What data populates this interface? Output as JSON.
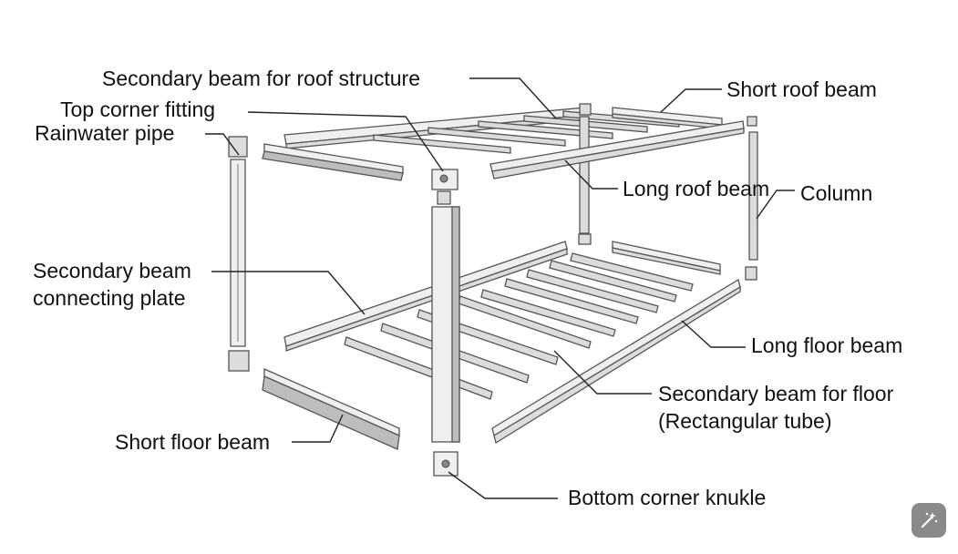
{
  "labels": {
    "secondary_roof": "Secondary beam for roof structure",
    "short_roof": "Short roof beam",
    "top_corner": "Top corner fitting",
    "rainwater": "Rainwater pipe",
    "long_roof": "Long roof beam",
    "column": "Column",
    "connecting_plate_1": "Secondary beam",
    "connecting_plate_2": "connecting plate",
    "long_floor": "Long floor beam",
    "secondary_floor_1": "Secondary beam for floor",
    "secondary_floor_2": "(Rectangular tube)",
    "short_floor": "Short floor beam",
    "bottom_corner": "Bottom corner knukle"
  },
  "colors": {
    "steel": "#dcdcdc",
    "steel_shadow": "#bdbdbd",
    "outline": "#555555",
    "button": "#8a8a8a"
  },
  "icons": {
    "magic_button": "magic-wand-icon"
  }
}
